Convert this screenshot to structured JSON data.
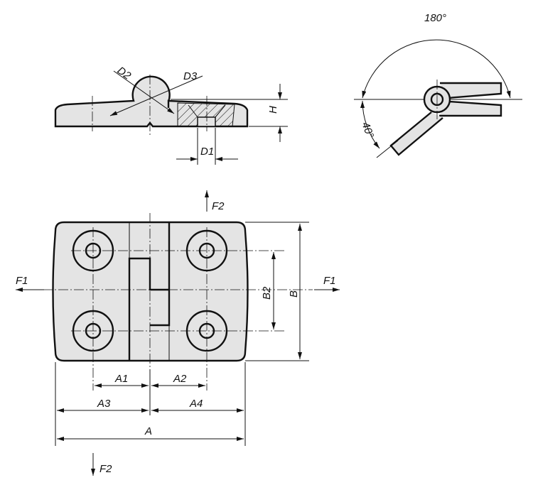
{
  "labels": {
    "d1": "D1",
    "d2": "D2",
    "d3": "D3",
    "h": "H",
    "angle_open": "180°",
    "angle_back": "40°",
    "f1_left": "F1",
    "f1_right": "F1",
    "f2_top": "F2",
    "f2_bottom": "F2",
    "a": "A",
    "a1": "A1",
    "a2": "A2",
    "a3": "A3",
    "a4": "A4",
    "b": "B",
    "b2": "B2"
  }
}
